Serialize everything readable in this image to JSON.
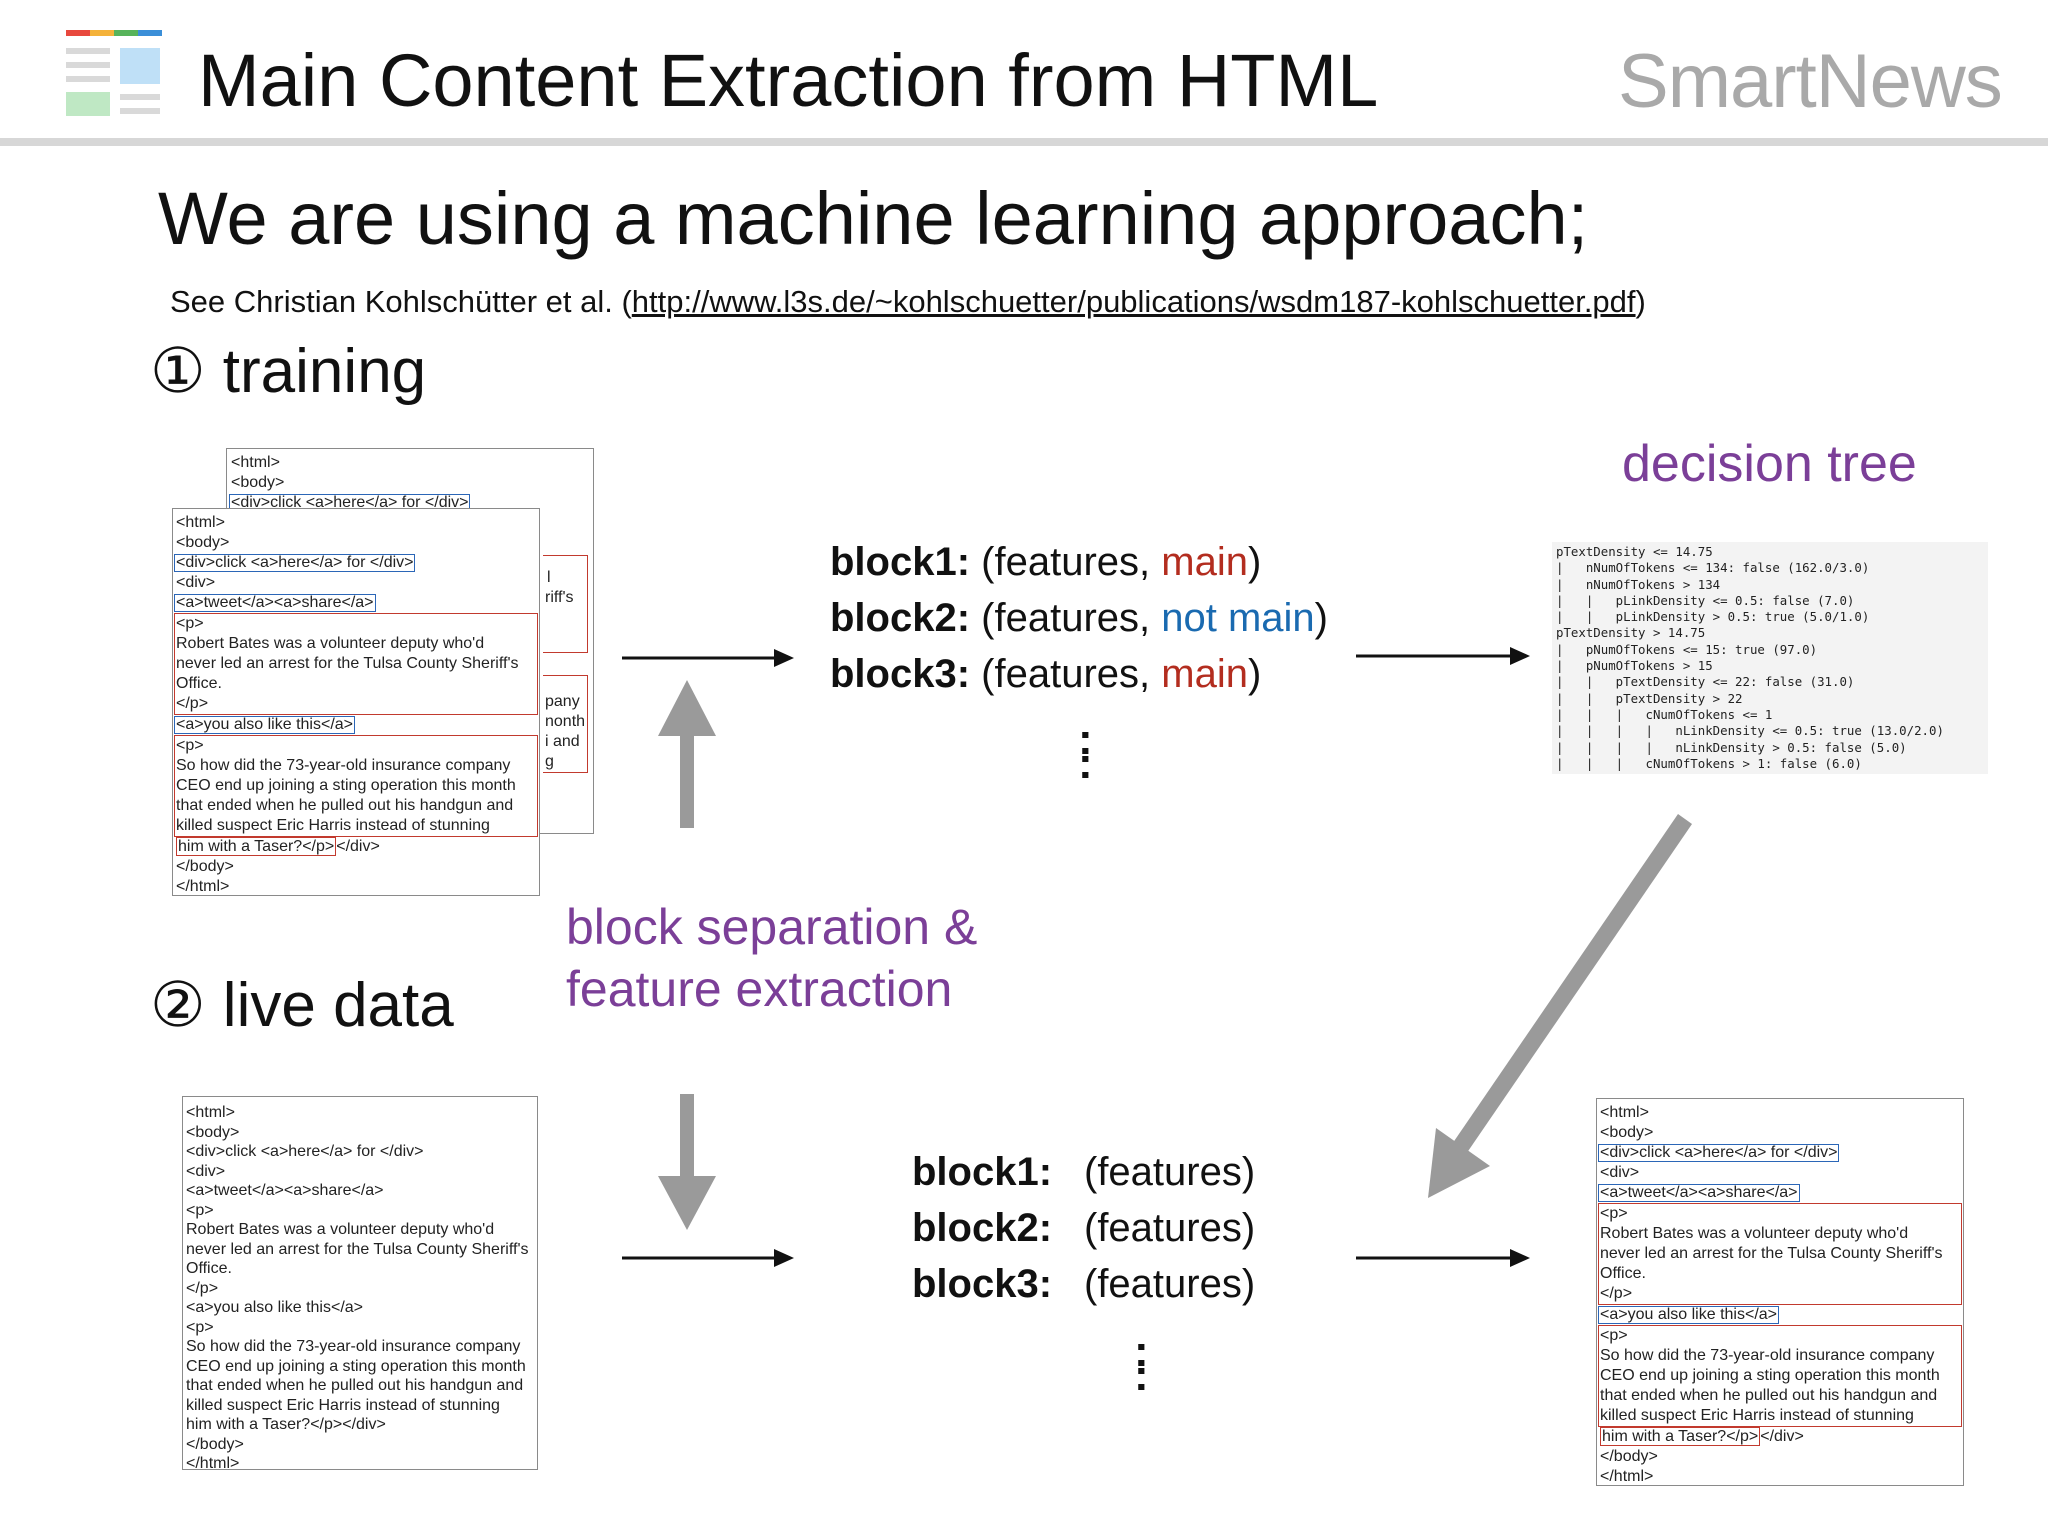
{
  "header": {
    "title": "Main Content Extraction from HTML",
    "brand": "SmartNews"
  },
  "headline": "We are using a machine learning approach;",
  "citation": {
    "prefix": "See Christian Kohlschütter et al. (",
    "link": "http://www.l3s.de/~kohlschuetter/publications/wsdm187-kohlschuetter.pdf",
    "suffix": ")"
  },
  "steps": {
    "training": "① training",
    "live": "② live data"
  },
  "labels": {
    "decision_tree": "decision tree",
    "separation_line1": "block separation &",
    "separation_line2": "feature extraction"
  },
  "training_blocks": [
    {
      "label": "block1:",
      "open": "(features, ",
      "tag": "main",
      "close": ")"
    },
    {
      "label": "block2:",
      "open": "(features, ",
      "tag": "not main",
      "close": ")"
    },
    {
      "label": "block3:",
      "open": "(features, ",
      "tag": "main",
      "close": ")"
    }
  ],
  "live_blocks": [
    {
      "label": "block1:",
      "value": "(features)"
    },
    {
      "label": "block2:",
      "value": "(features)"
    },
    {
      "label": "block3:",
      "value": "(features)"
    }
  ],
  "ellipsis": ":",
  "html_doc": {
    "l1": "<html>",
    "l2": "<body>",
    "l3": "<div>click <a>here</a> for </div>",
    "l4": "<div>",
    "l5": "<a>tweet</a><a>share</a>",
    "l6": "<p>",
    "l7": "Robert Bates was a volunteer deputy who'd",
    "l8": "never led an arrest for the Tulsa County Sheriff's",
    "l9": "Office.",
    "l10": "</p>",
    "l11": "<a>you also like this</a>",
    "l12": "<p>",
    "l13": "So how did the 73-year-old insurance company",
    "l14": "CEO end up joining a sting operation this month",
    "l15": "that ended when he pulled out his handgun and",
    "l16": "killed suspect Eric Harris instead of stunning",
    "l17a": "him with a Taser?</p>",
    "l17b": "</div>",
    "l17": "him with a Taser?</p></div>",
    "l18": "</body>",
    "l19": "</html>"
  },
  "back_doc_fragments": {
    "f1": "l",
    "f2": "riff's",
    "f3": "pany",
    "f4": "nonth",
    "f5": "i and",
    "f6": "g"
  },
  "decision_tree_text": [
    "pTextDensity <= 14.75",
    "|   nNumOfTokens <= 134: false (162.0/3.0)",
    "|   nNumOfTokens > 134",
    "|   |   pLinkDensity <= 0.5: false (7.0)",
    "|   |   pLinkDensity > 0.5: true (5.0/1.0)",
    "pTextDensity > 14.75",
    "|   pNumOfTokens <= 15: true (97.0)",
    "|   pNumOfTokens > 15",
    "|   |   pTextDensity <= 22: false (31.0)",
    "|   |   pTextDensity > 22",
    "|   |   |   cNumOfTokens <= 1",
    "|   |   |   |   nLinkDensity <= 0.5: true (13.0/2.0)",
    "|   |   |   |   nLinkDensity > 0.5: false (5.0)",
    "|   |   |   cNumOfTokens > 1: false (6.0)"
  ],
  "colors": {
    "main": "#b32d1f",
    "not_main": "#1a6ab0",
    "label_purple": "#7b3f98",
    "main_block_box": "#c23a2e",
    "not_main_block_box": "#2b66b7",
    "arrow_gray": "#9a9a9a"
  },
  "icons": {
    "app_logo": "news-feed-logo-icon"
  }
}
